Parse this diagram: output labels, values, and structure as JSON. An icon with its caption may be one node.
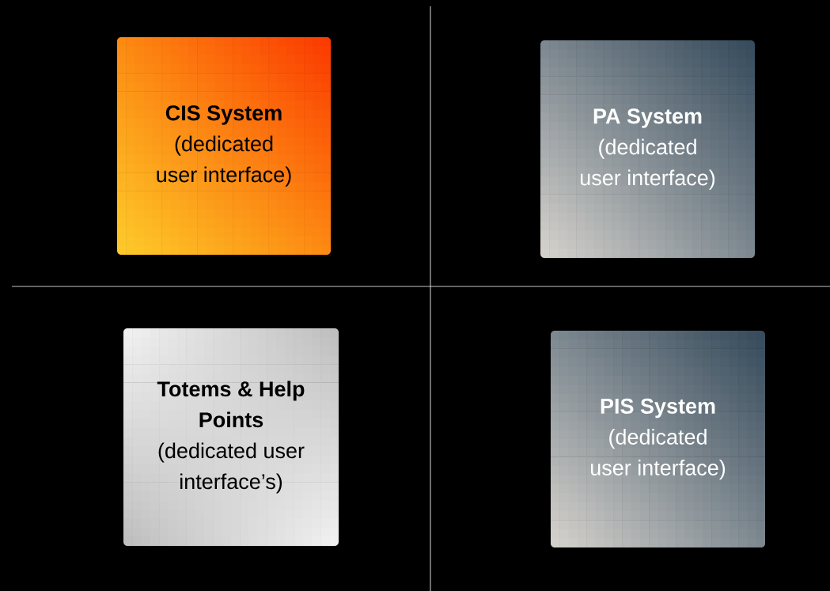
{
  "diagram": {
    "nodes": [
      {
        "text": [
          "CIS System",
          "(dedicated user interface)"
        ]
      },
      {
        "text": [
          "PA System",
          "(dedicated user interface)"
        ]
      },
      {
        "text": [
          "Totems & Help Points",
          "(dedicated user interface’s)"
        ]
      },
      {
        "text": [
          "PIS System",
          "(dedicated user interface)"
        ]
      }
    ]
  }
}
